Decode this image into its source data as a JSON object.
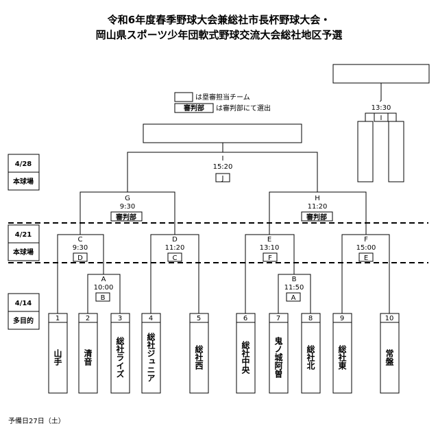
{
  "title": {
    "line1": "令和6年度春季野球大会兼総社市長杯野球大会・",
    "line2": "岡山県スポーツ少年団軟式野球交流大会総社地区予選"
  },
  "legend": {
    "umpire_team_text": "は塁審担当チーム",
    "referee_box": "審判部",
    "referee_text": "は審判部にて選出"
  },
  "dates": [
    {
      "date": "4/28",
      "venue": "本球場"
    },
    {
      "date": "4/21",
      "venue": "本球場"
    },
    {
      "date": "4/14",
      "venue": "多目的"
    }
  ],
  "teams": [
    {
      "num": "1",
      "name": "山手"
    },
    {
      "num": "2",
      "name": "清音"
    },
    {
      "num": "3",
      "name": "総社ライズ"
    },
    {
      "num": "4",
      "name": "総社ジュニア"
    },
    {
      "num": "5",
      "name": "総社西"
    },
    {
      "num": "6",
      "name": "総社中央"
    },
    {
      "num": "7",
      "name": "鬼ノ城阿曽"
    },
    {
      "num": "8",
      "name": "総社北"
    },
    {
      "num": "9",
      "name": "総社東"
    },
    {
      "num": "10",
      "name": "常盤"
    }
  ],
  "games": [
    {
      "id": "A",
      "time": "10:00",
      "umpire": "B"
    },
    {
      "id": "B",
      "time": "11:50",
      "umpire": "A"
    },
    {
      "id": "C",
      "time": "9:30",
      "umpire": "D"
    },
    {
      "id": "D",
      "time": "11:20",
      "umpire": "C"
    },
    {
      "id": "E",
      "time": "13:10",
      "umpire": "F"
    },
    {
      "id": "F",
      "time": "15:00",
      "umpire": "E"
    },
    {
      "id": "G",
      "time": "9:30",
      "umpire": "審判部"
    },
    {
      "id": "H",
      "time": "11:20",
      "umpire": "審判部"
    },
    {
      "id": "I",
      "time": "15:20",
      "umpire": "J"
    },
    {
      "id": "J",
      "time": "13:30",
      "umpire": "I"
    }
  ],
  "footnote": "予備日27日（土）"
}
